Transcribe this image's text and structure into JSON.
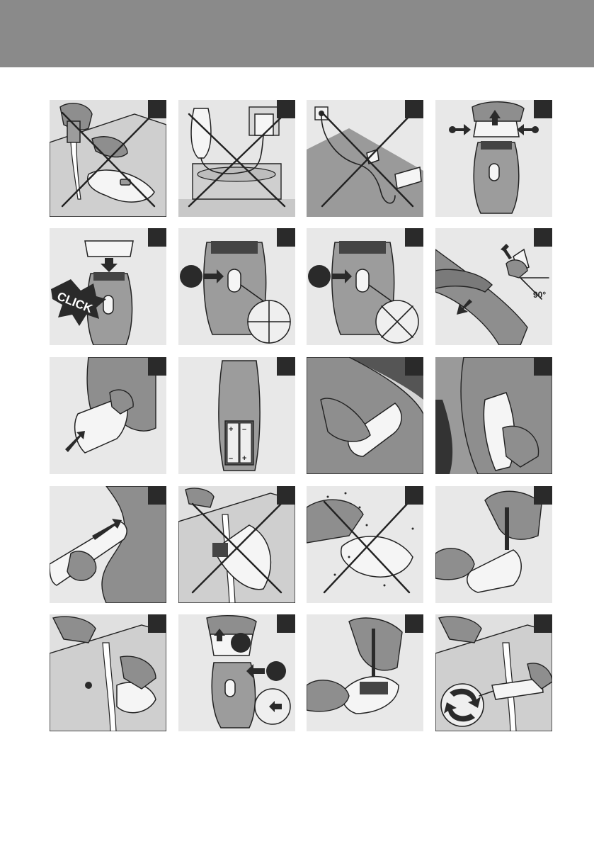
{
  "header": {
    "color": "#8a8a8a"
  },
  "colors": {
    "panel_bg": "#e4e4e4",
    "corner_box": "#2a2a2a",
    "skin": "#8e8e8e",
    "device": "#f5f5f5"
  },
  "panels": [
    {
      "id": 1,
      "depicts": "wet-hands-device-x"
    },
    {
      "id": 2,
      "depicts": "device-adapter-bathtub-x"
    },
    {
      "id": 3,
      "depicts": "socket-cord-bathroom-x"
    },
    {
      "id": 4,
      "depicts": "remove-cap"
    },
    {
      "id": 5,
      "depicts": "attach-cap",
      "text": "CLICK"
    },
    {
      "id": 6,
      "depicts": "switch-setting-1"
    },
    {
      "id": 7,
      "depicts": "switch-setting-2"
    },
    {
      "id": 8,
      "depicts": "leg-epilation",
      "text": "90°"
    },
    {
      "id": 9,
      "depicts": "hand-pull-direction"
    },
    {
      "id": 10,
      "depicts": "battery-compartment",
      "battery_signs": [
        "+",
        "–",
        "–",
        "+"
      ]
    },
    {
      "id": 11,
      "depicts": "bikini-area"
    },
    {
      "id": 12,
      "depicts": "underarm"
    },
    {
      "id": 13,
      "depicts": "facial-trimming"
    },
    {
      "id": 14,
      "depicts": "rinse-under-tap-x"
    },
    {
      "id": 15,
      "depicts": "splash-water-x"
    },
    {
      "id": 16,
      "depicts": "brush-cleaning"
    },
    {
      "id": 17,
      "depicts": "rinse-attachment"
    },
    {
      "id": 18,
      "depicts": "remove-head"
    },
    {
      "id": 19,
      "depicts": "brush-head"
    },
    {
      "id": 20,
      "depicts": "rinse-head-rotate"
    }
  ]
}
